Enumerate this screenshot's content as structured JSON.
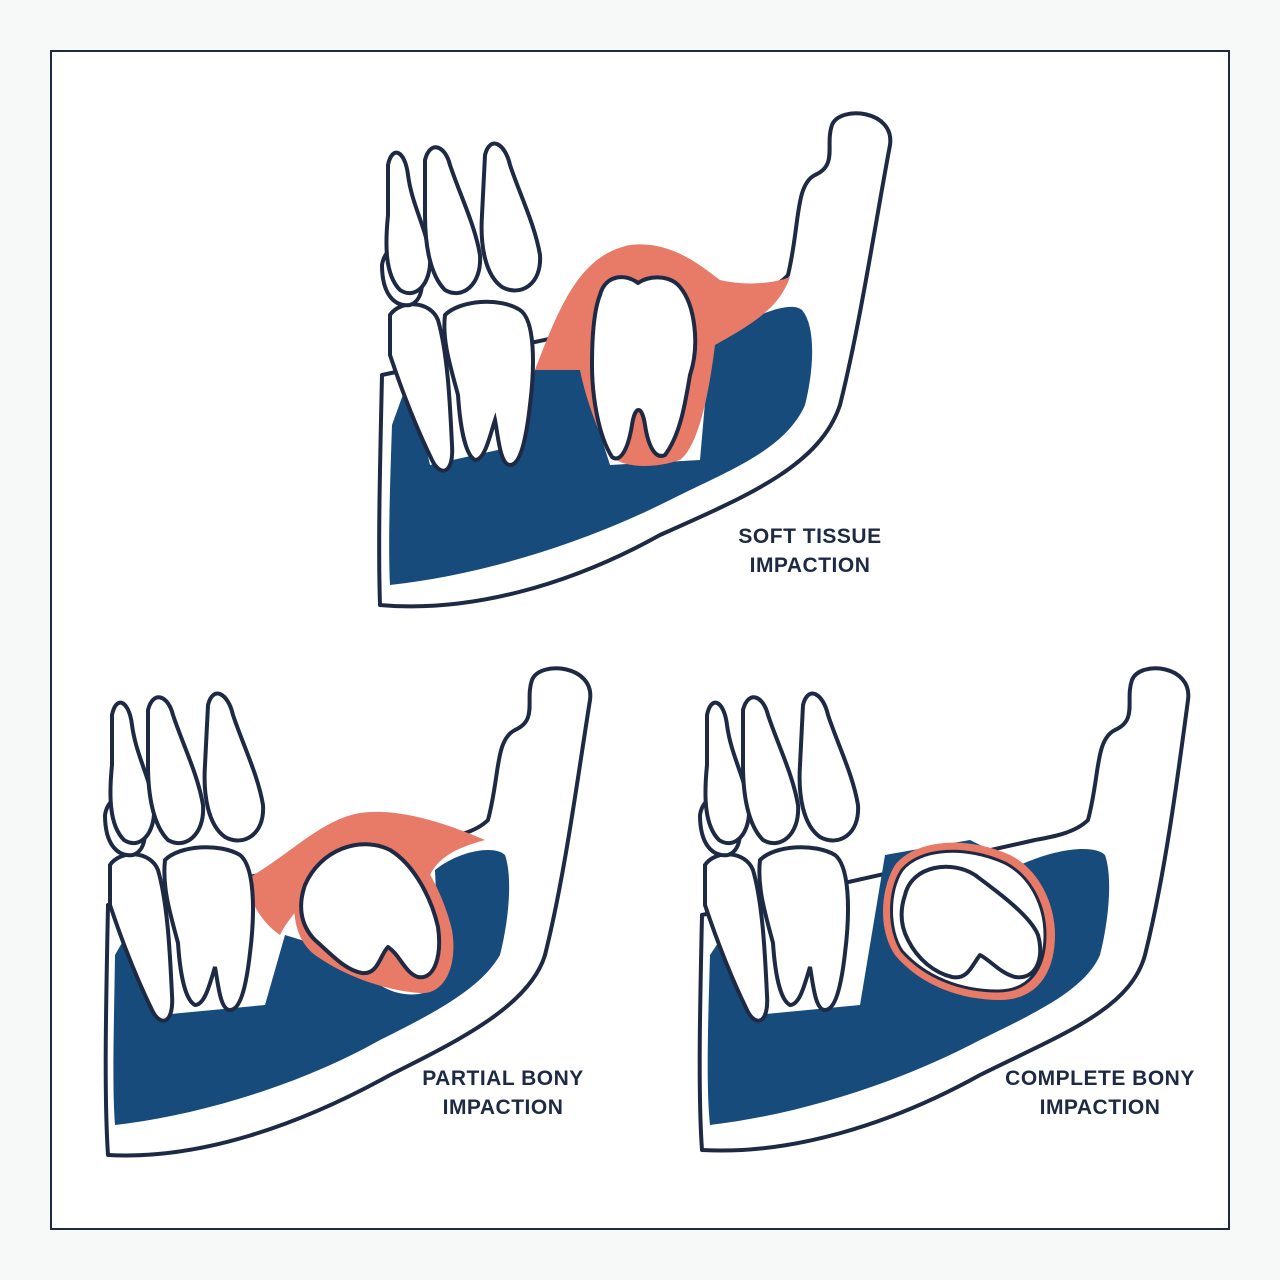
{
  "colors": {
    "outline": "#1e2a44",
    "bone": "#164b7c",
    "soft_tissue": "#e87a68",
    "tooth": "#ffffff",
    "background": "#ffffff"
  },
  "panels": [
    {
      "id": "soft",
      "label_lines": [
        "SOFT TISSUE",
        "IMPACTION"
      ]
    },
    {
      "id": "partial",
      "label_lines": [
        "PARTIAL BONY",
        "IMPACTION"
      ]
    },
    {
      "id": "complete",
      "label_lines": [
        "COMPLETE BONY",
        "IMPACTION"
      ]
    }
  ]
}
